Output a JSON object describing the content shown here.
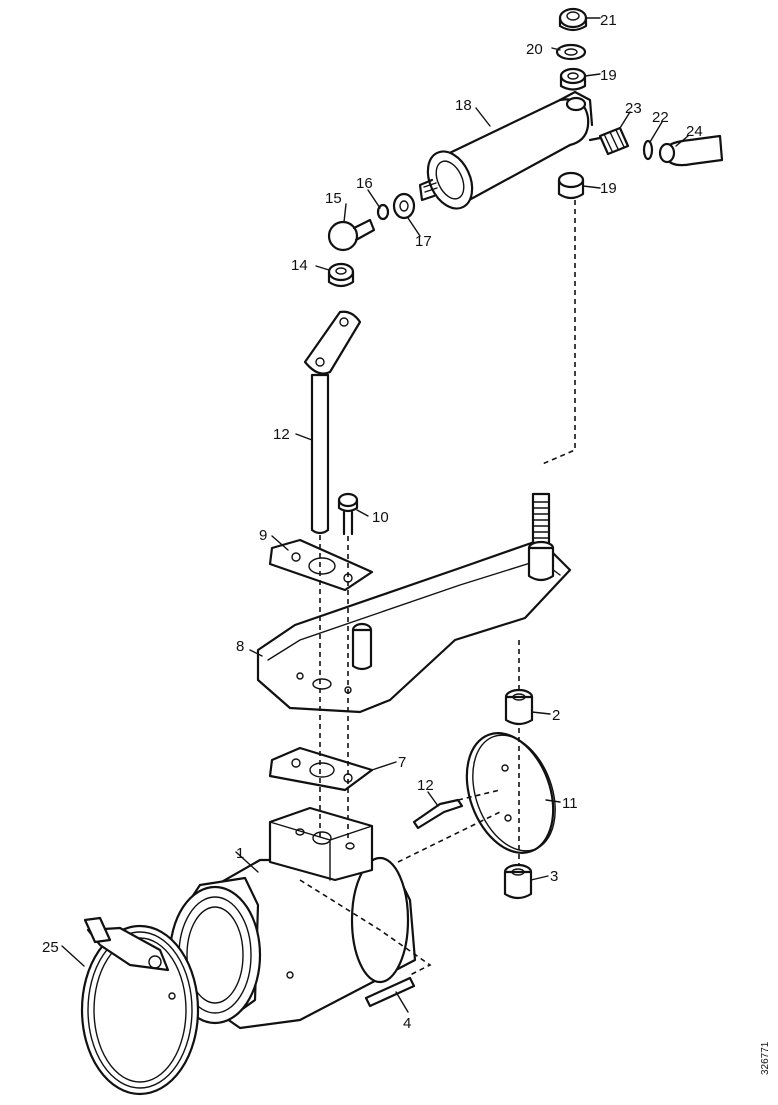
{
  "diagram": {
    "drawing_code": "326771",
    "labels": [
      "1",
      "2",
      "3",
      "4",
      "7",
      "8",
      "9",
      "10",
      "11",
      "12",
      "12",
      "14",
      "15",
      "16",
      "17",
      "18",
      "19",
      "19",
      "20",
      "21",
      "22",
      "23",
      "24",
      "25"
    ]
  }
}
